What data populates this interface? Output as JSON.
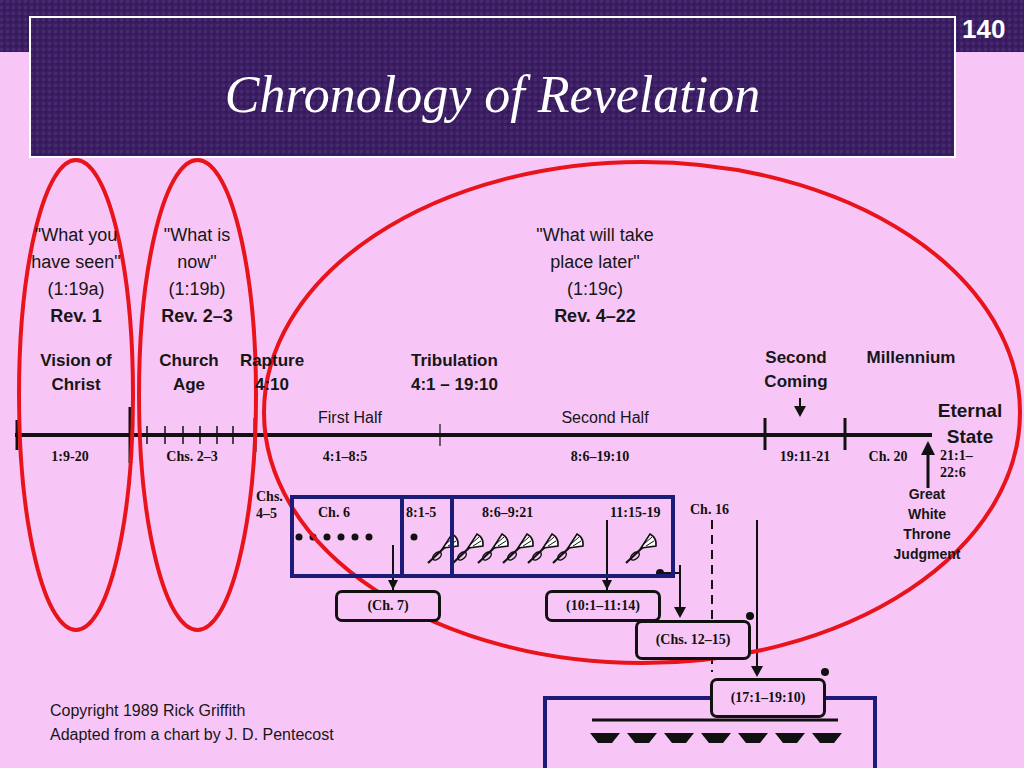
{
  "diagram": {
    "title": "Chronology of Revelation",
    "nodes": [
      {
        "text": [
          "\"What you have seen\" (1:19a)",
          "Rev. 1"
        ]
      },
      {
        "text": [
          "\"What is now\" (1:19b)",
          "Rev. 2–3"
        ]
      },
      {
        "text": [
          "\"What will take place later\" (1:19c)",
          "Rev. 4–22"
        ]
      },
      {
        "text": [
          "Ch. 6"
        ]
      },
      {
        "text": [
          "8:1-5"
        ]
      },
      {
        "text": [
          "8:6–9:21",
          "11:15-19"
        ]
      },
      {
        "text": [
          "(Ch. 7)"
        ]
      },
      {
        "text": [
          "(10:1–11:14)"
        ]
      },
      {
        "text": [
          "(Chs. 12–15)"
        ]
      },
      {
        "text": [
          "(17:1–19:10)"
        ]
      }
    ],
    "edges": [
      {
        "from": 3,
        "to": 6,
        "arrow": "to"
      },
      {
        "from": 5,
        "to": 7,
        "arrow": "to"
      }
    ],
    "labels": [
      "140",
      "Vision of Christ",
      "Church Age",
      "Rapture",
      "4:10",
      "Tribulation",
      "4:1 – 19:10",
      "Second Coming",
      "Millennium",
      "First Half",
      "Second Half",
      "Eternal State",
      "1:9-20",
      "Chs. 2–3",
      "4:1–8:5",
      "8:6–19:10",
      "19:11-21",
      "Ch. 20",
      "21:1– 22:6",
      "Great White Throne Judgment",
      "Chs. 4–5",
      "Ch. 16",
      "Copyright 1989 Rick Griffith",
      "Adapted from a chart by J. D. Pentecost"
    ]
  }
}
